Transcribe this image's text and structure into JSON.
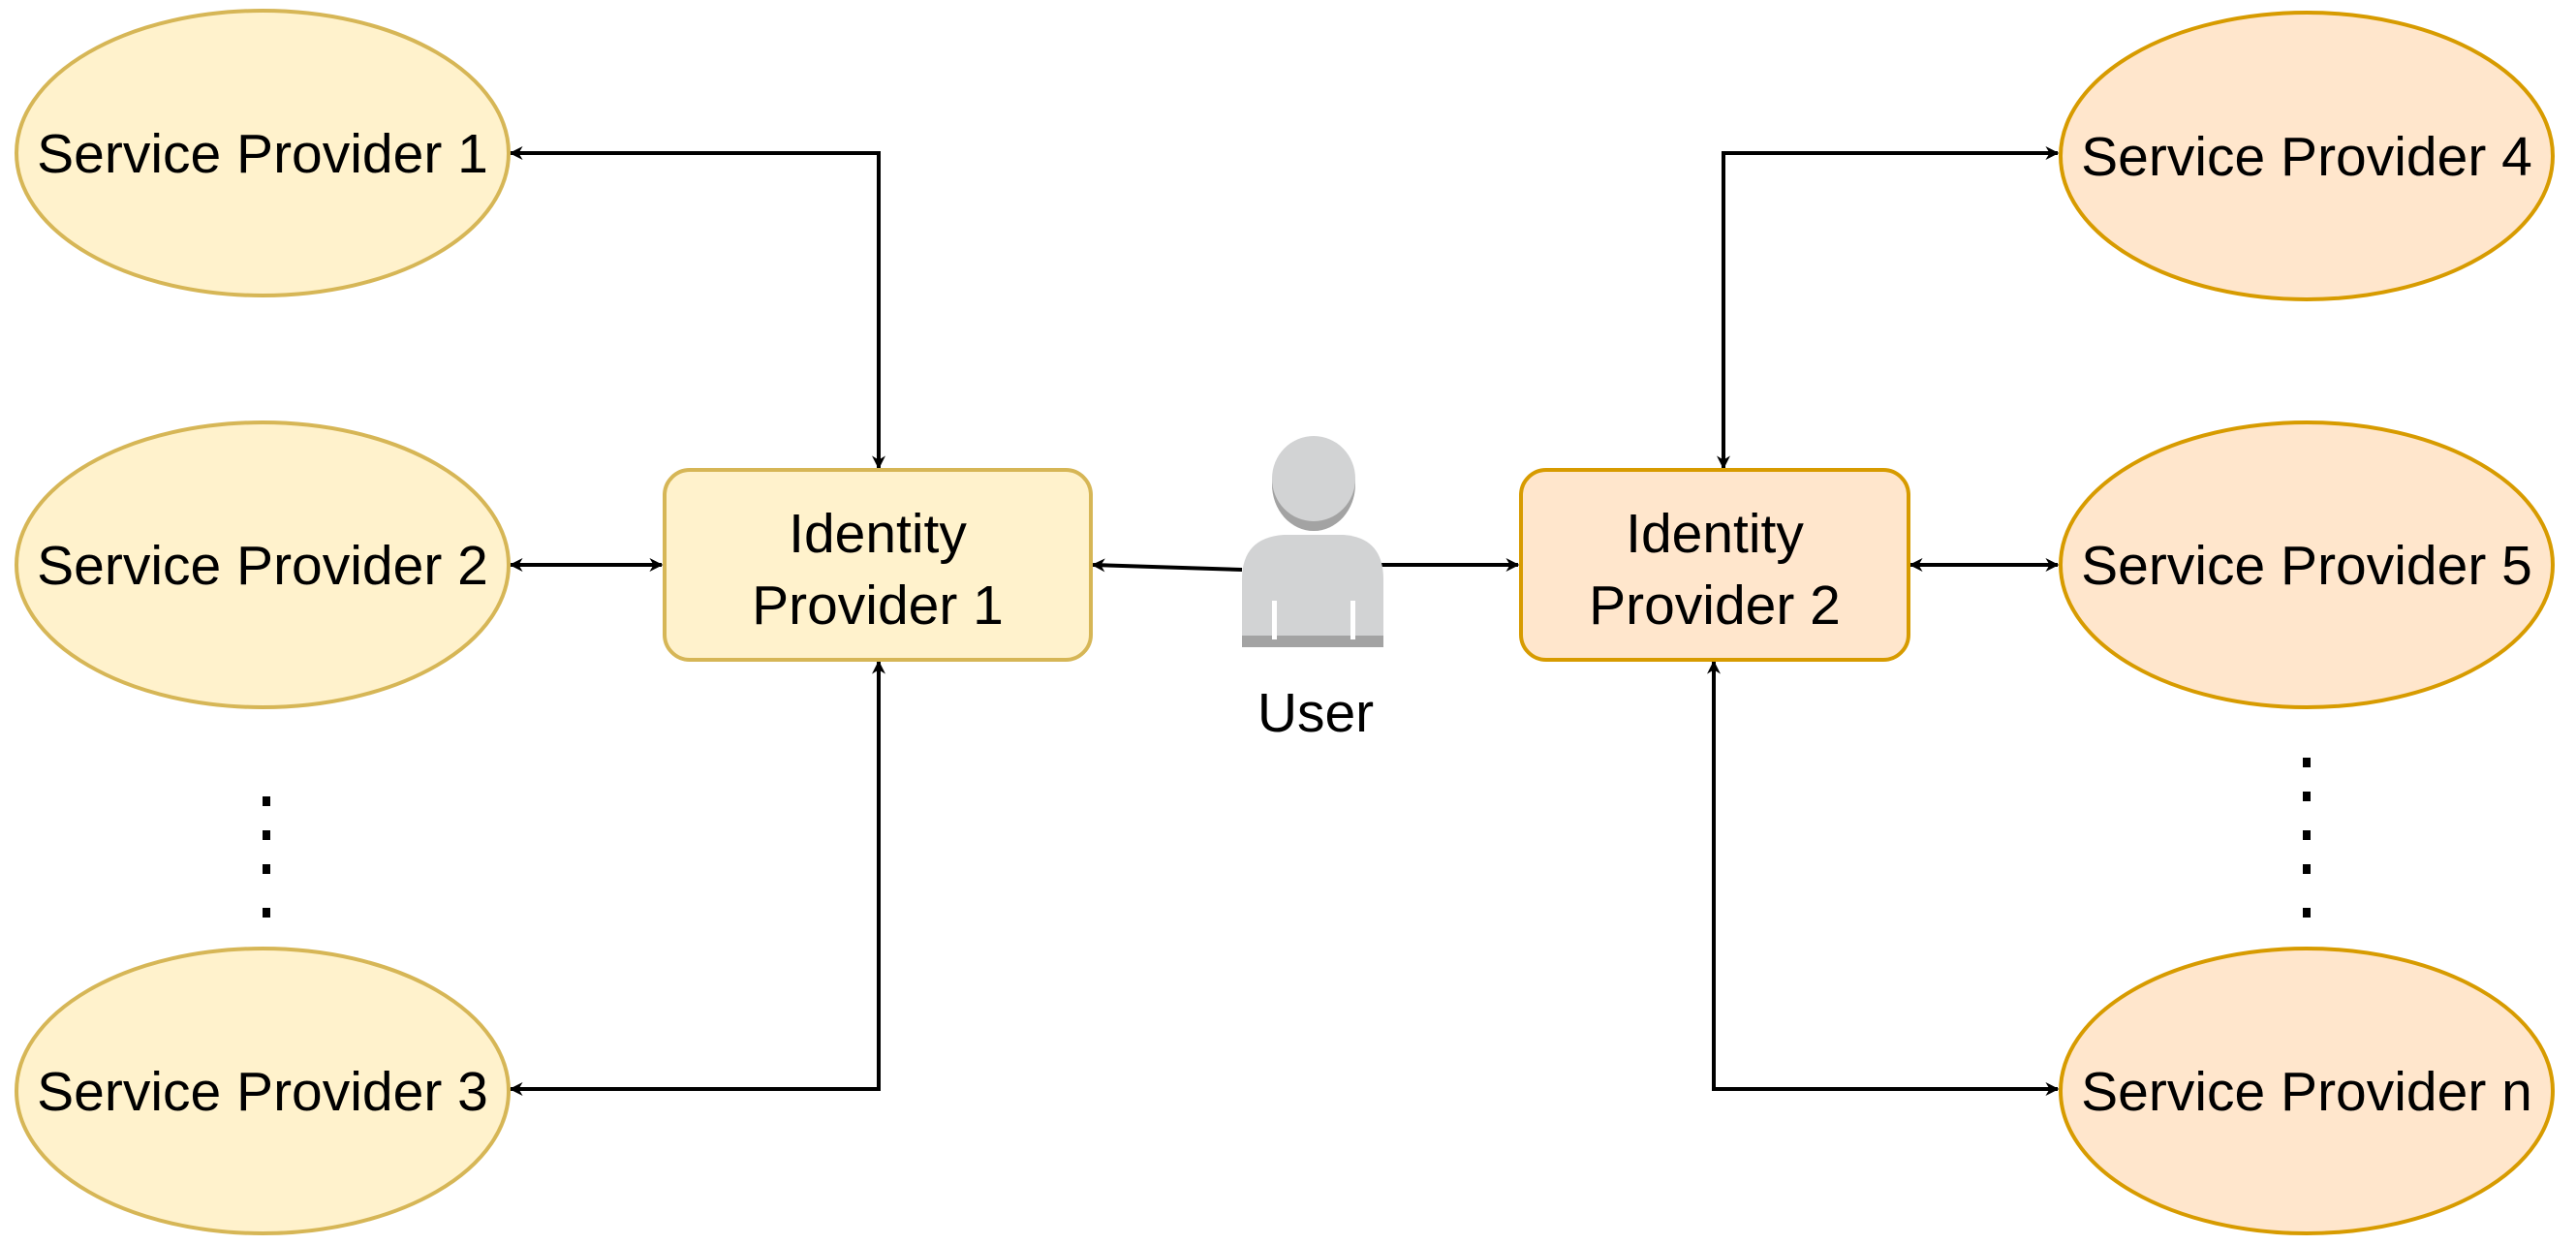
{
  "nodes": {
    "sp1": {
      "label": "Service Provider 1"
    },
    "sp2": {
      "label": "Service Provider 2"
    },
    "sp3": {
      "label": "Service Provider 3"
    },
    "sp4": {
      "label": "Service Provider 4"
    },
    "sp5": {
      "label": "Service Provider 5"
    },
    "spn": {
      "label": "Service Provider n"
    },
    "idp1": {
      "label_line1": "Identity",
      "label_line2": "Provider 1"
    },
    "idp2": {
      "label_line1": "Identity",
      "label_line2": "Provider 2"
    },
    "user": {
      "label": "User",
      "icon": "user-icon"
    }
  },
  "colors": {
    "group1_fill": "#fff2cc",
    "group1_stroke": "#d6b656",
    "group2_fill": "#ffe6cc",
    "group2_stroke": "#d79b00",
    "edge": "#000000",
    "user_icon": "#d2d3d4",
    "user_icon_shade": "#a3a3a3"
  }
}
